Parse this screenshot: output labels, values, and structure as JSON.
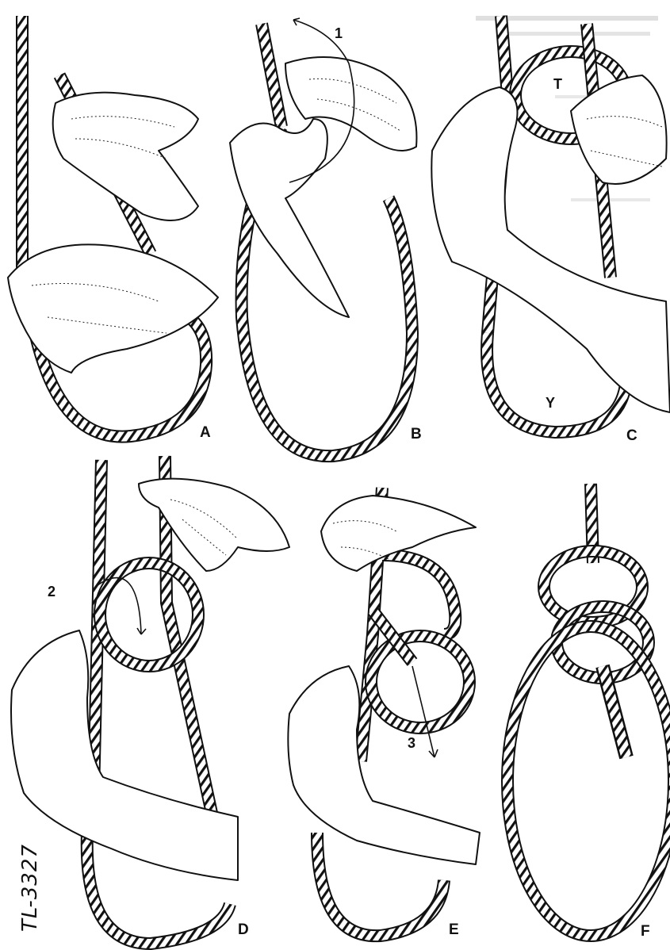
{
  "panels": [
    {
      "label": "A"
    },
    {
      "label": "B"
    },
    {
      "label": "C"
    },
    {
      "label": "D"
    },
    {
      "label": "E"
    },
    {
      "label": "F"
    }
  ],
  "step_markers": [
    "1",
    "2",
    "3"
  ],
  "rope_part_labels": {
    "T": "T",
    "Y": "Y"
  },
  "figure_code": "TL-3327",
  "colors": {
    "ink": "#111111",
    "paper": "#ffffff",
    "bleed_through": "#c9c9c9"
  }
}
